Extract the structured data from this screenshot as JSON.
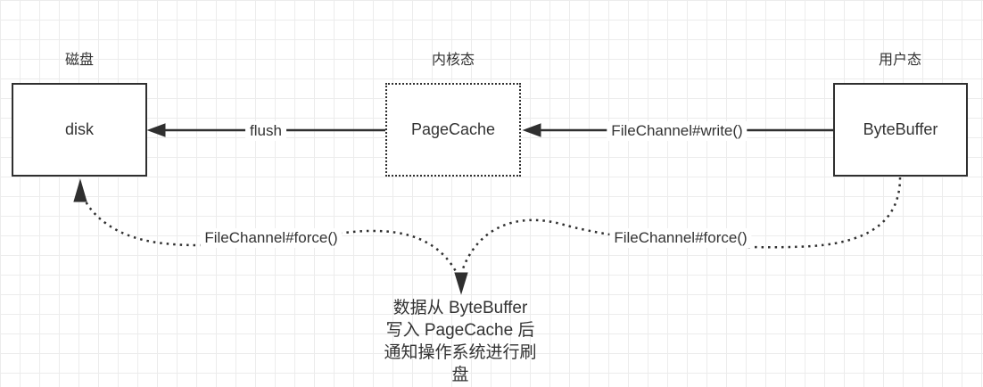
{
  "diagram": {
    "background_color": "#ffffff",
    "grid_color": "#ececec",
    "stroke_color": "#333333",
    "nodes": {
      "disk": {
        "title": "磁盘",
        "label": "disk",
        "border_style": "solid"
      },
      "pagecache": {
        "title": "内核态",
        "label": "PageCache",
        "border_style": "dotted"
      },
      "bytebuffer": {
        "title": "用户态",
        "label": "ByteBuffer",
        "border_style": "solid"
      }
    },
    "edges": {
      "flush": {
        "label": "flush",
        "style": "solid",
        "from": "PageCache",
        "to": "disk"
      },
      "write": {
        "label": "FileChannel#write()",
        "style": "solid",
        "from": "ByteBuffer",
        "to": "PageCache"
      },
      "force_left": {
        "label": "FileChannel#force()",
        "style": "dotted",
        "from": "annotation",
        "to": "disk"
      },
      "force_right": {
        "label": "FileChannel#force()",
        "style": "dotted",
        "from": "ByteBuffer",
        "to": "annotation"
      }
    },
    "annotation": {
      "lines": [
        "数据从 ByteBuffer",
        "写入 PageCache 后",
        "通知操作系统进行刷",
        "盘"
      ]
    }
  }
}
